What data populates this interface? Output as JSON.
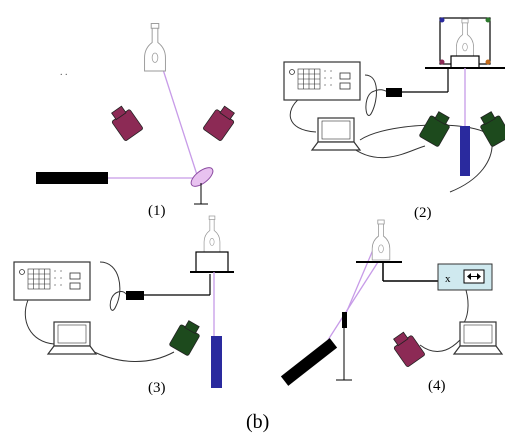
{
  "panels": [
    {
      "id": "panel-1",
      "label": "(1)"
    },
    {
      "id": "panel-2",
      "label": "(2)"
    },
    {
      "id": "panel-3",
      "label": "(3)"
    },
    {
      "id": "panel-4",
      "label": "(4)"
    }
  ],
  "caption": "(b)",
  "stray_marks": ". .",
  "controller_label": "x",
  "colors": {
    "laser_beam": "#c79be8",
    "camera_magenta": "#8c2a55",
    "camera_green": "#1d4a1d",
    "laser_black": "#000000",
    "blue_laser": "#2a2a9e",
    "controller_box": "#cfe9ef",
    "bottle_outline": "#9a9a9a",
    "instrument_outline": "#333333"
  },
  "icons": [
    "bottle-icon",
    "camera-icon",
    "laser-icon",
    "mirror-icon",
    "oscilloscope-icon",
    "laptop-icon",
    "stage-icon",
    "controller-icon"
  ]
}
